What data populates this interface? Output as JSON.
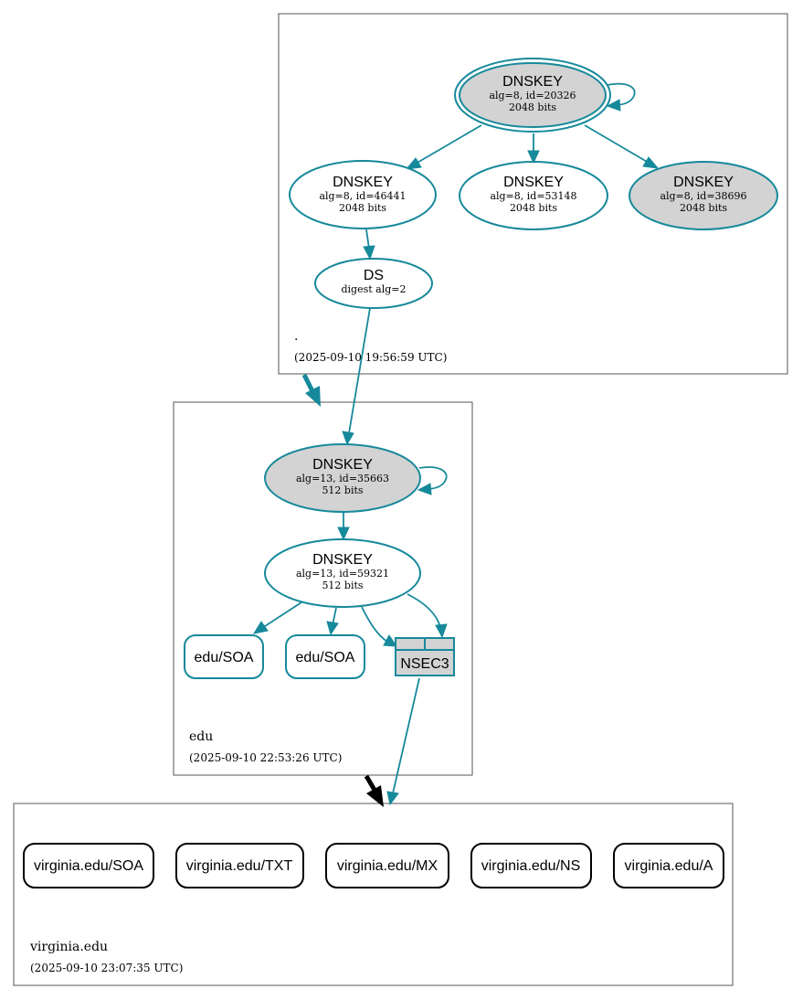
{
  "colors": {
    "edge": "#16899a",
    "node_fill_sep": "#d3d3d3",
    "node_fill": "#ffffff",
    "zone_border": "#555555",
    "delegation_secure": "#16899a",
    "delegation_insecure": "#000000"
  },
  "zones": {
    "root": {
      "name": ".",
      "timestamp": "(2025-09-10 19:56:59 UTC)"
    },
    "edu": {
      "name": "edu",
      "timestamp": "(2025-09-10 22:53:26 UTC)"
    },
    "virginia": {
      "name": "virginia.edu",
      "timestamp": "(2025-09-10 23:07:35 UTC)"
    }
  },
  "nodes": {
    "root_ksk": {
      "title": "DNSKEY",
      "line1": "alg=8, id=20326",
      "line2": "2048 bits"
    },
    "root_zsk1": {
      "title": "DNSKEY",
      "line1": "alg=8, id=46441",
      "line2": "2048 bits"
    },
    "root_zsk2": {
      "title": "DNSKEY",
      "line1": "alg=8, id=53148",
      "line2": "2048 bits"
    },
    "root_zsk3": {
      "title": "DNSKEY",
      "line1": "alg=8, id=38696",
      "line2": "2048 bits"
    },
    "edu_ds": {
      "title": "DS",
      "line1": "digest alg=2"
    },
    "edu_ksk": {
      "title": "DNSKEY",
      "line1": "alg=13, id=35663",
      "line2": "512 bits"
    },
    "edu_zsk": {
      "title": "DNSKEY",
      "line1": "alg=13, id=59321",
      "line2": "512 bits"
    },
    "edu_soa1": {
      "label": "edu/SOA"
    },
    "edu_soa2": {
      "label": "edu/SOA"
    },
    "nsec3": {
      "label": "NSEC3"
    },
    "va_soa": {
      "label": "virginia.edu/SOA"
    },
    "va_txt": {
      "label": "virginia.edu/TXT"
    },
    "va_mx": {
      "label": "virginia.edu/MX"
    },
    "va_ns": {
      "label": "virginia.edu/NS"
    },
    "va_a": {
      "label": "virginia.edu/A"
    }
  }
}
